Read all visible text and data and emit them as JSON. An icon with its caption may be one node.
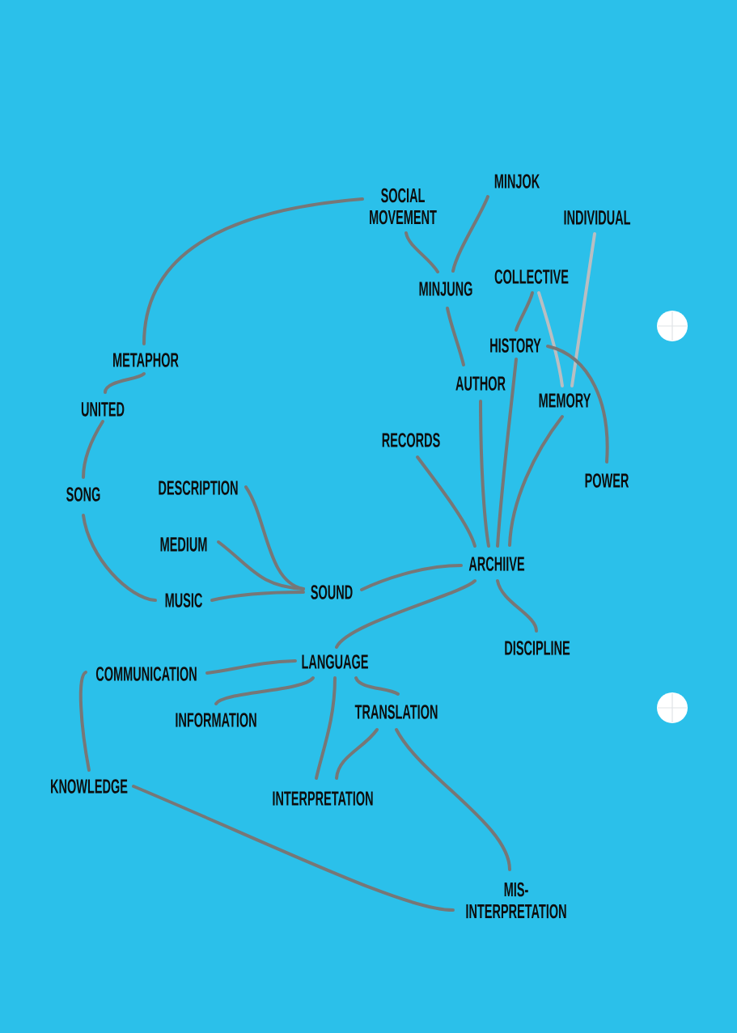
{
  "diagram": {
    "nodes": [
      {
        "text": [
          "MINJOK"
        ]
      },
      {
        "text": [
          "SOCIAL MOVEMENT"
        ]
      },
      {
        "text": [
          "INDIVIDUAL"
        ]
      },
      {
        "text": [
          "COLLECTIVE"
        ]
      },
      {
        "text": [
          "MINJUNG"
        ]
      },
      {
        "text": [
          "HISTORY"
        ]
      },
      {
        "text": [
          "METAPHOR"
        ]
      },
      {
        "text": [
          "AUTHOR"
        ]
      },
      {
        "text": [
          "MEMORY"
        ]
      },
      {
        "text": [
          "UNITED"
        ]
      },
      {
        "text": [
          "RECORDS"
        ]
      },
      {
        "text": [
          "POWER"
        ]
      },
      {
        "text": [
          "DESCRIPTION"
        ]
      },
      {
        "text": [
          "SONG"
        ]
      },
      {
        "text": [
          "MEDIUM"
        ]
      },
      {
        "text": [
          "ARCHIIVE"
        ]
      },
      {
        "text": [
          "SOUND"
        ]
      },
      {
        "text": [
          "MUSIC"
        ]
      },
      {
        "text": [
          "DISCIPLINE"
        ]
      },
      {
        "text": [
          "LANGUAGE"
        ]
      },
      {
        "text": [
          "COMMUNICATION"
        ]
      },
      {
        "text": [
          "TRANSLATION"
        ]
      },
      {
        "text": [
          "INFORMATION"
        ]
      },
      {
        "text": [
          "KNOWLEDGE"
        ]
      },
      {
        "text": [
          "INTERPRETATION"
        ]
      },
      {
        "text": [
          "MIS- INTERPRETATION"
        ]
      }
    ],
    "edges": [
      {
        "from": 1,
        "to": 6,
        "arrow": "none"
      },
      {
        "from": 1,
        "to": 4,
        "arrow": "none"
      },
      {
        "from": 0,
        "to": 4,
        "arrow": "none"
      },
      {
        "from": 4,
        "to": 7,
        "arrow": "none"
      },
      {
        "from": 3,
        "to": 5,
        "arrow": "none"
      },
      {
        "from": 3,
        "to": 8,
        "arrow": "none",
        "color": "#b9bec2"
      },
      {
        "from": 2,
        "to": 8,
        "arrow": "none",
        "color": "#b9bec2"
      },
      {
        "from": 5,
        "to": 11,
        "arrow": "none"
      },
      {
        "from": 5,
        "to": 15,
        "arrow": "none"
      },
      {
        "from": 7,
        "to": 15,
        "arrow": "none"
      },
      {
        "from": 8,
        "to": 15,
        "arrow": "none"
      },
      {
        "from": 10,
        "to": 15,
        "arrow": "none"
      },
      {
        "from": 15,
        "to": 16,
        "arrow": "none"
      },
      {
        "from": 15,
        "to": 19,
        "arrow": "none"
      },
      {
        "from": 15,
        "to": 18,
        "arrow": "none"
      },
      {
        "from": 6,
        "to": 9,
        "arrow": "none"
      },
      {
        "from": 9,
        "to": 13,
        "arrow": "none"
      },
      {
        "from": 13,
        "to": 17,
        "arrow": "none"
      },
      {
        "from": 12,
        "to": 16,
        "arrow": "none"
      },
      {
        "from": 14,
        "to": 16,
        "arrow": "none"
      },
      {
        "from": 17,
        "to": 16,
        "arrow": "none"
      },
      {
        "from": 19,
        "to": 20,
        "arrow": "none"
      },
      {
        "from": 19,
        "to": 22,
        "arrow": "none"
      },
      {
        "from": 19,
        "to": 24,
        "arrow": "none"
      },
      {
        "from": 19,
        "to": 21,
        "arrow": "none"
      },
      {
        "from": 21,
        "to": 24,
        "arrow": "none"
      },
      {
        "from": 21,
        "to": 25,
        "arrow": "none"
      },
      {
        "from": 20,
        "to": 23,
        "arrow": "none"
      },
      {
        "from": 23,
        "to": 25,
        "arrow": "none"
      }
    ]
  }
}
